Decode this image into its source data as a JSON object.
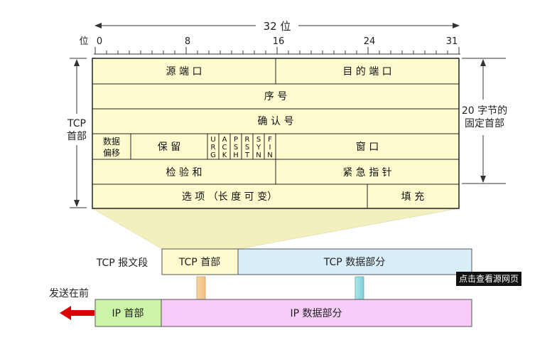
{
  "ruler": {
    "title": "32 位",
    "unit_label": "位",
    "ticks": [
      "0",
      "8",
      "16",
      "24",
      "31"
    ]
  },
  "header_fields": {
    "src_port": "源 端 口",
    "dst_port": "目 的 端 口",
    "seq": "序   号",
    "ack": "确   认   号",
    "offset": [
      "数据",
      "偏移"
    ],
    "reserved": "保   留",
    "flags": [
      [
        "U",
        "R",
        "G"
      ],
      [
        "A",
        "C",
        "K"
      ],
      [
        "P",
        "S",
        "H"
      ],
      [
        "R",
        "S",
        "T"
      ],
      [
        "S",
        "Y",
        "N"
      ],
      [
        "F",
        "I",
        "N"
      ]
    ],
    "window": "窗   口",
    "checksum": "检   验   和",
    "urgent": "紧   急   指   针",
    "options": "选   项   （长 度 可 变）",
    "padding": "填   充"
  },
  "side_labels": {
    "tcp_header_left": [
      "TCP",
      "首部"
    ],
    "fixed_header_right": [
      "20 字节的",
      "固定首部"
    ]
  },
  "segment": {
    "label": "TCP 报文段",
    "header": "TCP 首部",
    "data": "TCP 数据部分"
  },
  "ip": {
    "send_first": "发送在前",
    "header": "IP 首部",
    "data": "IP 数据部分"
  },
  "tooltip": "点击查看源网页",
  "colors": {
    "field_fill": "#fefccf",
    "tcp_data_fill": "#d9eefb",
    "ip_header_fill": "#ccf4a8",
    "ip_data_fill": "#f8ccf8",
    "funnel_fill": "#f3f0bf",
    "arrow_red": "#d80000",
    "arrow_orange": "#f7c98c",
    "arrow_cyan": "#8fd8e0"
  }
}
